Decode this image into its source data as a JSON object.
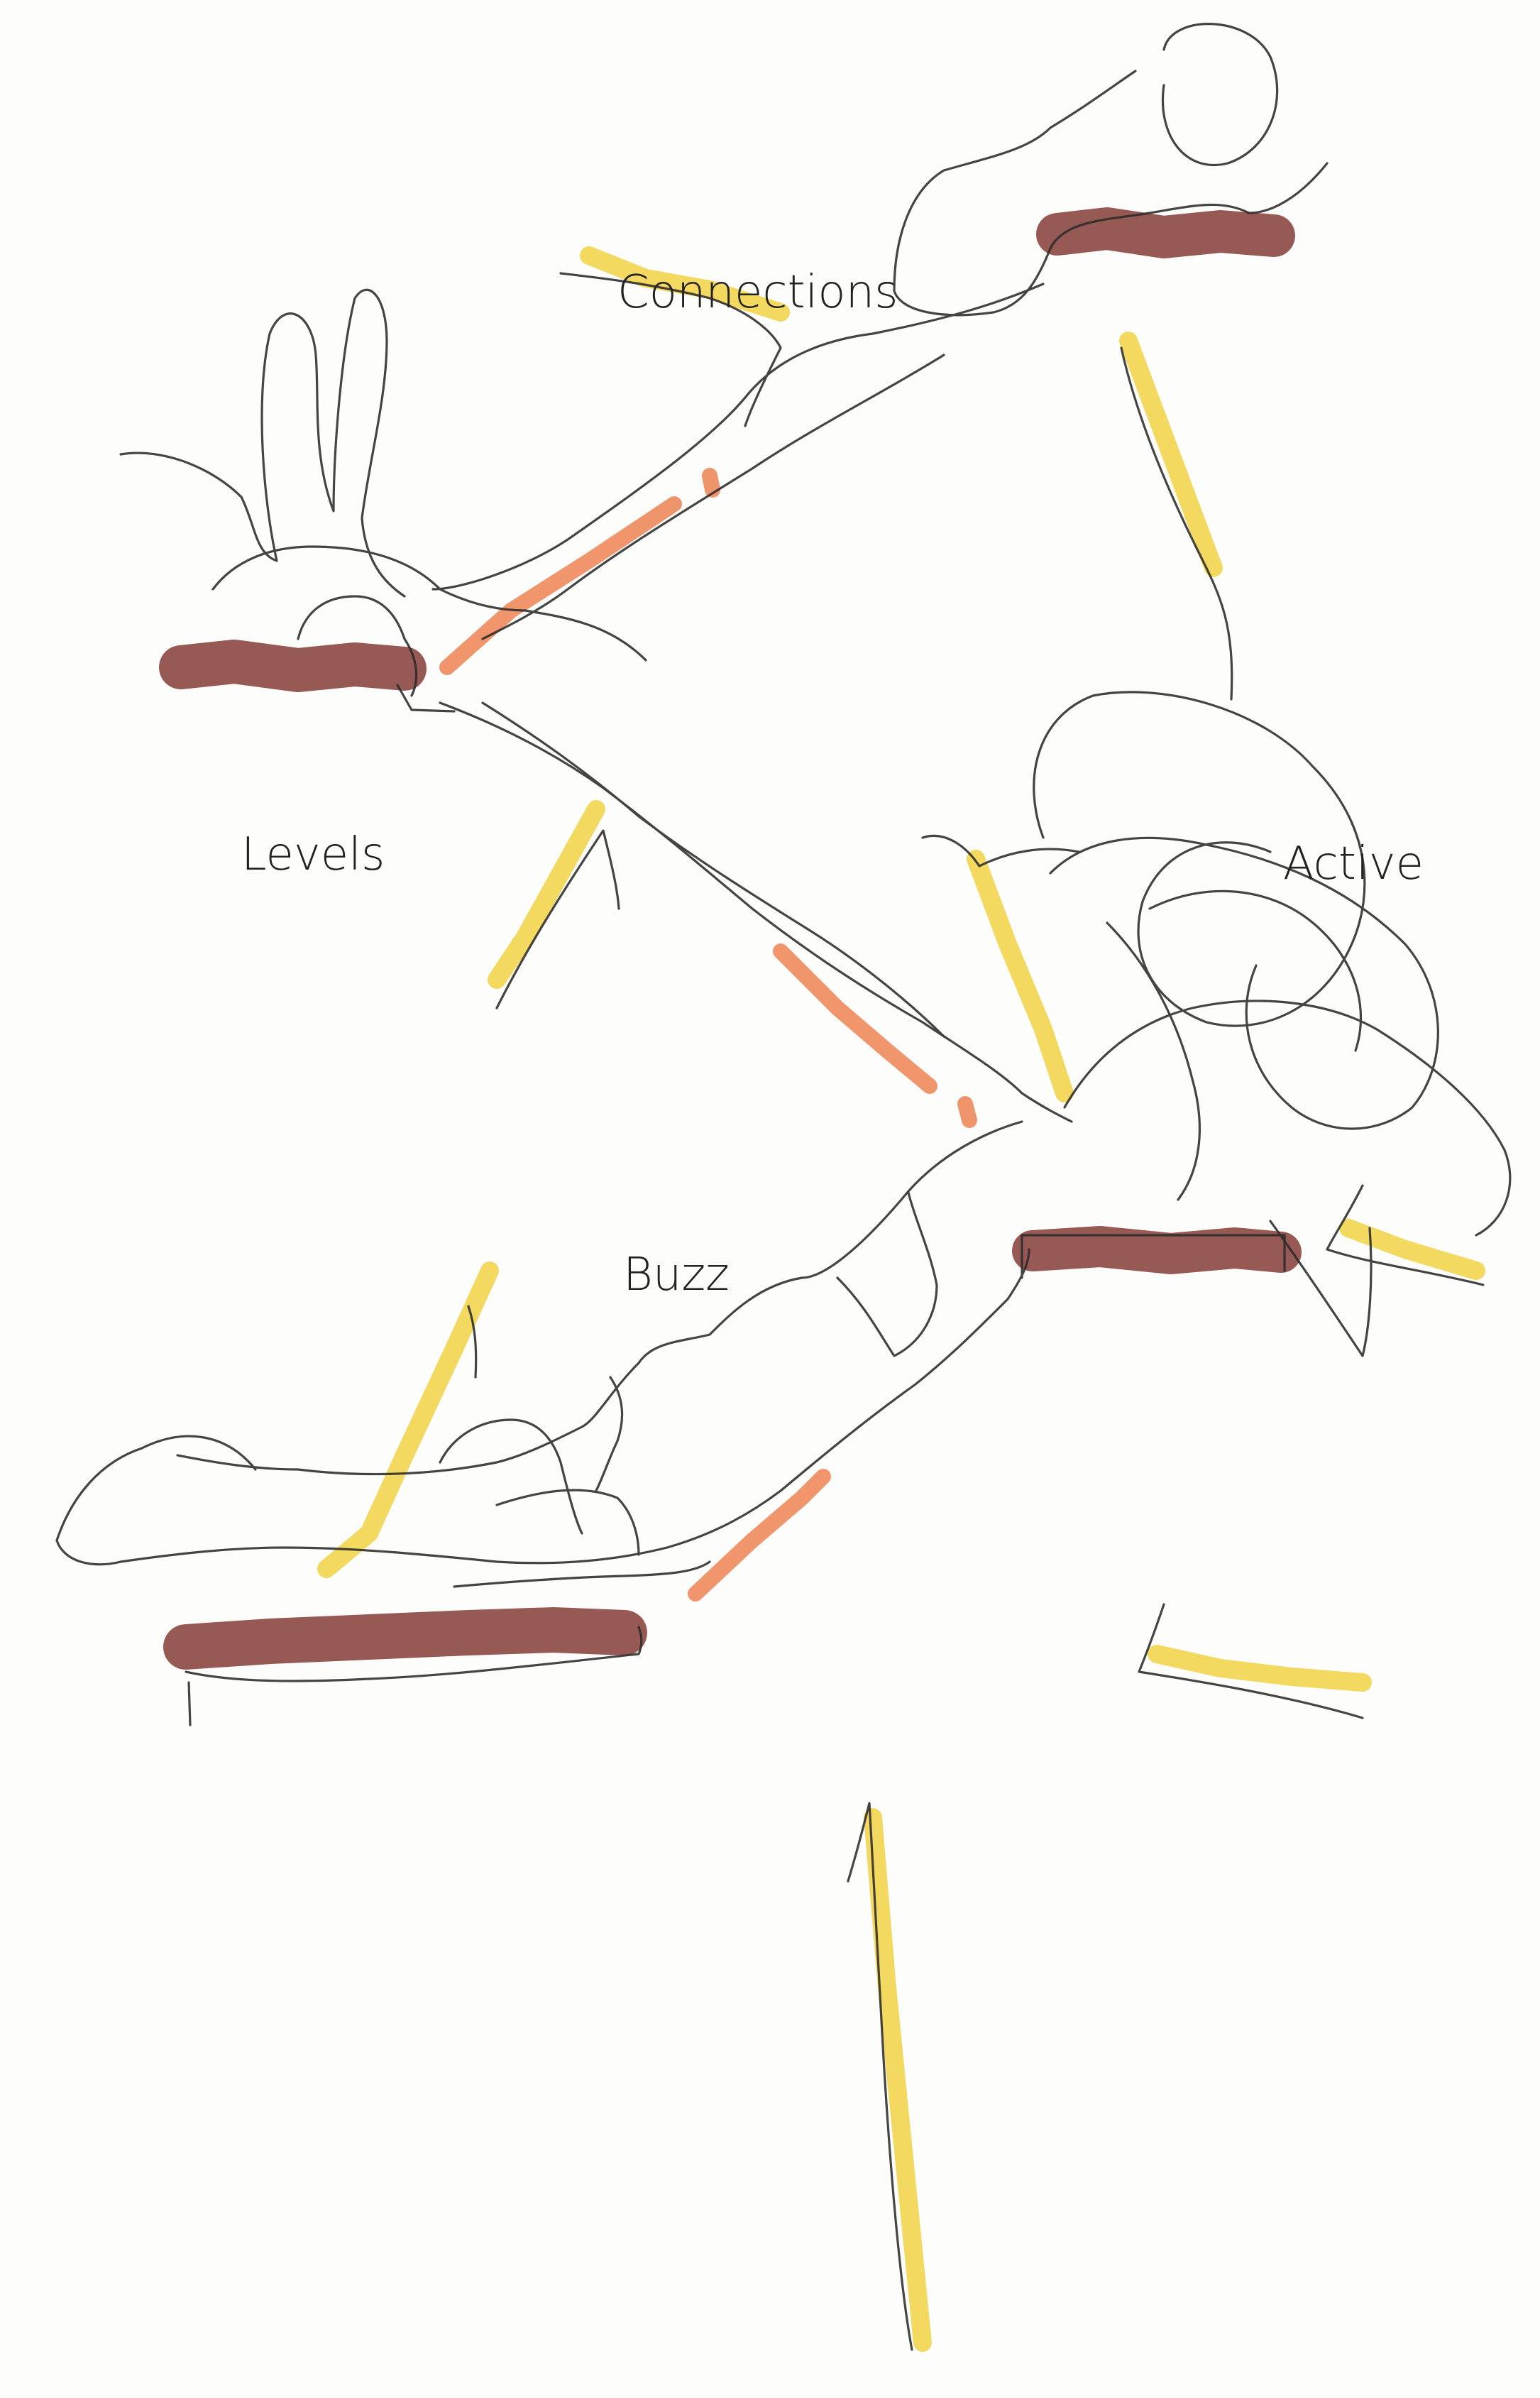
{
  "labels": {
    "connections": "Connections",
    "levels": "Levels",
    "active": "Active",
    "buzz": "Buzz"
  },
  "colors": {
    "paper": "#fdfdfb",
    "pencil": "#2b2b2b",
    "brown_marker": "#8e4b45",
    "yellow_marker": "#f2d244",
    "orange_marker": "#ee8a5c",
    "label_text": "#222222"
  }
}
